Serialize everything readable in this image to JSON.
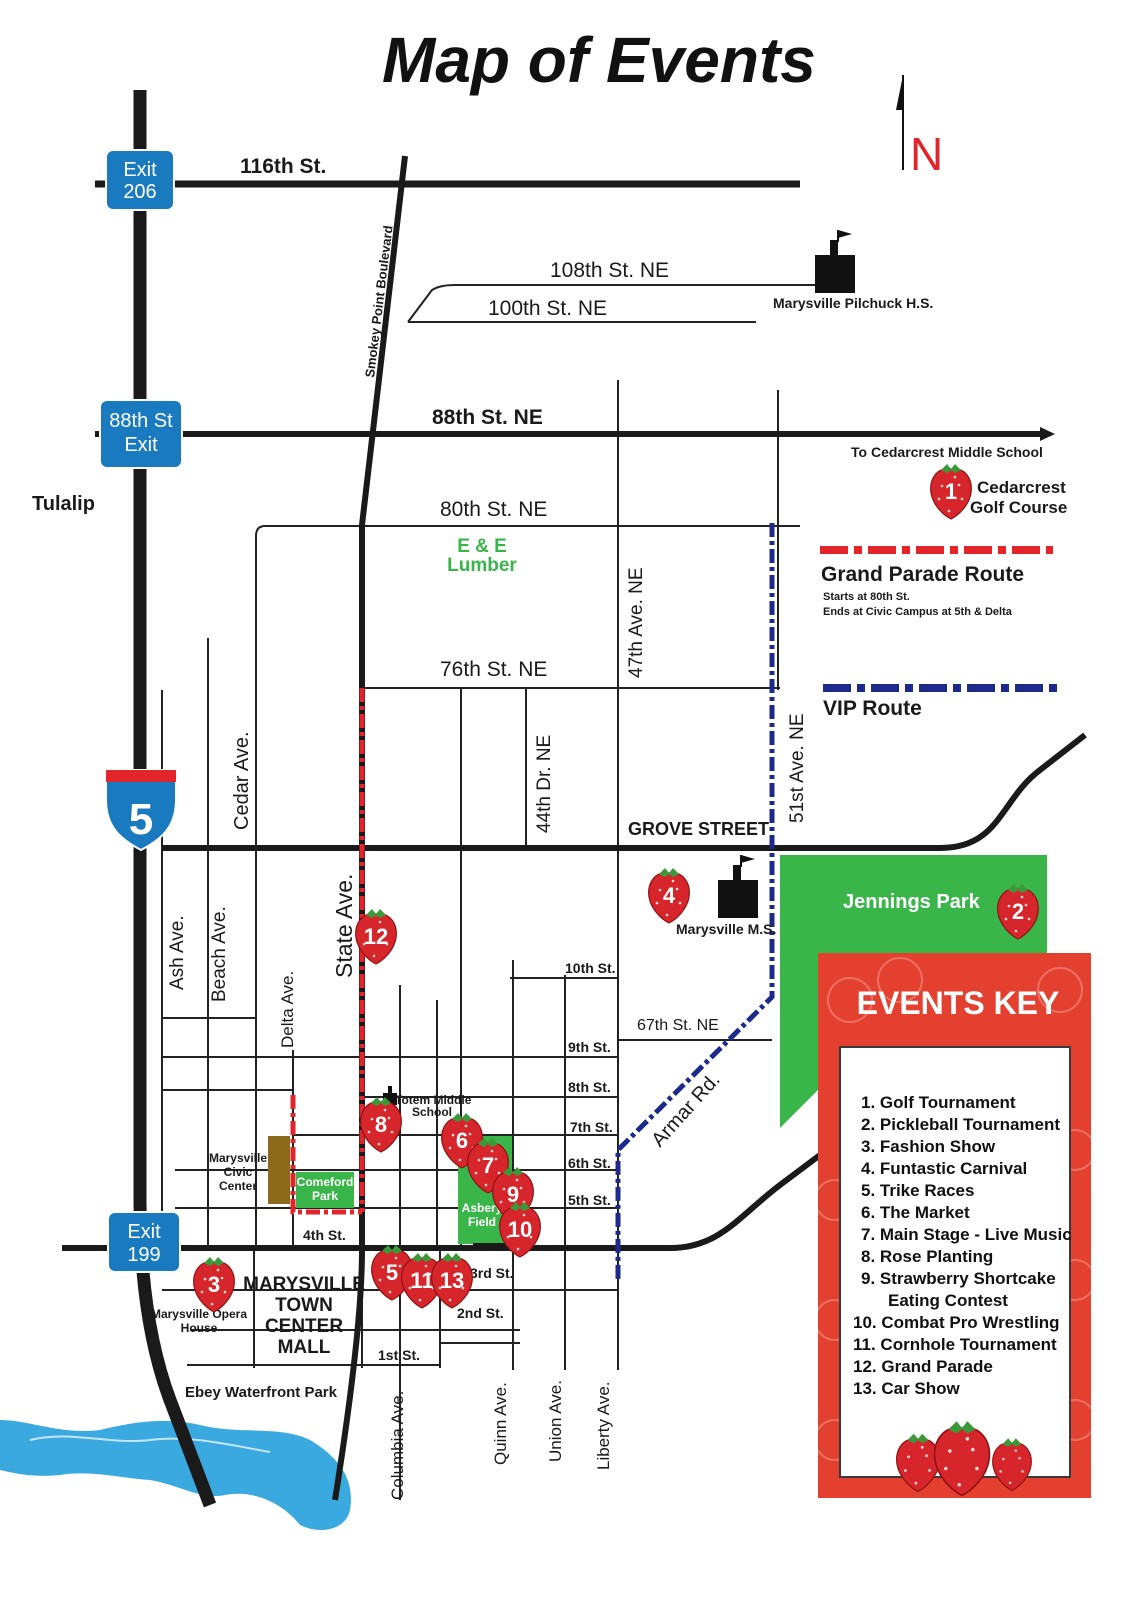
{
  "title": "Map of Events",
  "north_label": "N",
  "colors": {
    "parade_route": "#e2252b",
    "vip_route": "#1c2a8c",
    "park_green": "#39b54a",
    "exit_blue": "#1a7ac0",
    "berry_red": "#d7262b",
    "key_red": "#e4402f"
  },
  "exits": {
    "exit206_line1": "Exit",
    "exit206_line2": "206",
    "exit88_line1": "88th St",
    "exit88_line2": "Exit",
    "exit199_line1": "Exit",
    "exit199_line2": "199",
    "i5": "5"
  },
  "streets": {
    "s116": "116th St.",
    "s108": "108th St. NE",
    "s100": "100th St. NE",
    "s88": "88th St. NE",
    "s80": "80th St. NE",
    "s76": "76th St. NE",
    "grove": "GROVE STREET",
    "s67": "67th St. NE",
    "s10": "10th St.",
    "s9": "9th St.",
    "s8": "8th St.",
    "s7": "7th St.",
    "s6": "6th St.",
    "s5": "5th St.",
    "s4": "4th St.",
    "s3": "3rd St.",
    "s2": "2nd St.",
    "s1": "1st St.",
    "smokey": "Smokey Point Boulevard",
    "state": "State Ave.",
    "cedar": "Cedar Ave.",
    "ash": "Ash Ave.",
    "beach": "Beach Ave.",
    "delta": "Delta Ave.",
    "a44": "44th Dr. NE",
    "a47": "47th Ave. NE",
    "a51": "51st Ave. NE",
    "armar": "Armar Rd.",
    "columbia": "Columbia Ave.",
    "quinn": "Quinn Ave.",
    "union": "Union Ave.",
    "liberty": "Liberty Ave."
  },
  "places": {
    "pilchuck": "Marysville Pilchuck H.S.",
    "cedarcrest_ms": "To Cedarcrest Middle School",
    "tulalip": "Tulalip",
    "cedarcrest_gc1": "Cedarcrest",
    "cedarcrest_gc2": "Golf Course",
    "ee1": "E & E",
    "ee2": "Lumber",
    "jennings": "Jennings Park",
    "marysville_ms": "Marysville M.S.",
    "totem1": "Totem Middle",
    "totem2": "School",
    "civic1": "Marysville",
    "civic2": "Civic",
    "civic3": "Center",
    "comeford1": "Comeford",
    "comeford2": "Park",
    "asbery1": "Asbery",
    "asbery2": "Field",
    "opera1": "Marysville Opera",
    "opera2": "House",
    "mall1": "MARYSVILLE",
    "mall2": "TOWN",
    "mall3": "CENTER",
    "mall4": "MALL",
    "ebey": "Ebey Waterfront Park"
  },
  "legend": {
    "parade_title": "Grand Parade Route",
    "parade_note1": "Starts at 80th St.",
    "parade_note2": "Ends at Civic Campus at 5th & Delta",
    "vip_title": "VIP Route"
  },
  "events_key": {
    "title": "EVENTS KEY",
    "items": [
      "1. Golf Tournament",
      "2. Pickleball Tournament",
      "3. Fashion Show",
      "4. Funtastic Carnival",
      "5. Trike Races",
      "6. The Market",
      "7. Main Stage - Live Music",
      "8. Rose Planting",
      "9. Strawberry Shortcake",
      "Eating Contest",
      "10. Combat Pro Wrestling",
      "11. Cornhole Tournament",
      "12. Grand Parade",
      "13. Car Show"
    ]
  },
  "markers": [
    "1",
    "2",
    "3",
    "4",
    "5",
    "6",
    "7",
    "8",
    "9",
    "10",
    "11",
    "12",
    "13"
  ]
}
